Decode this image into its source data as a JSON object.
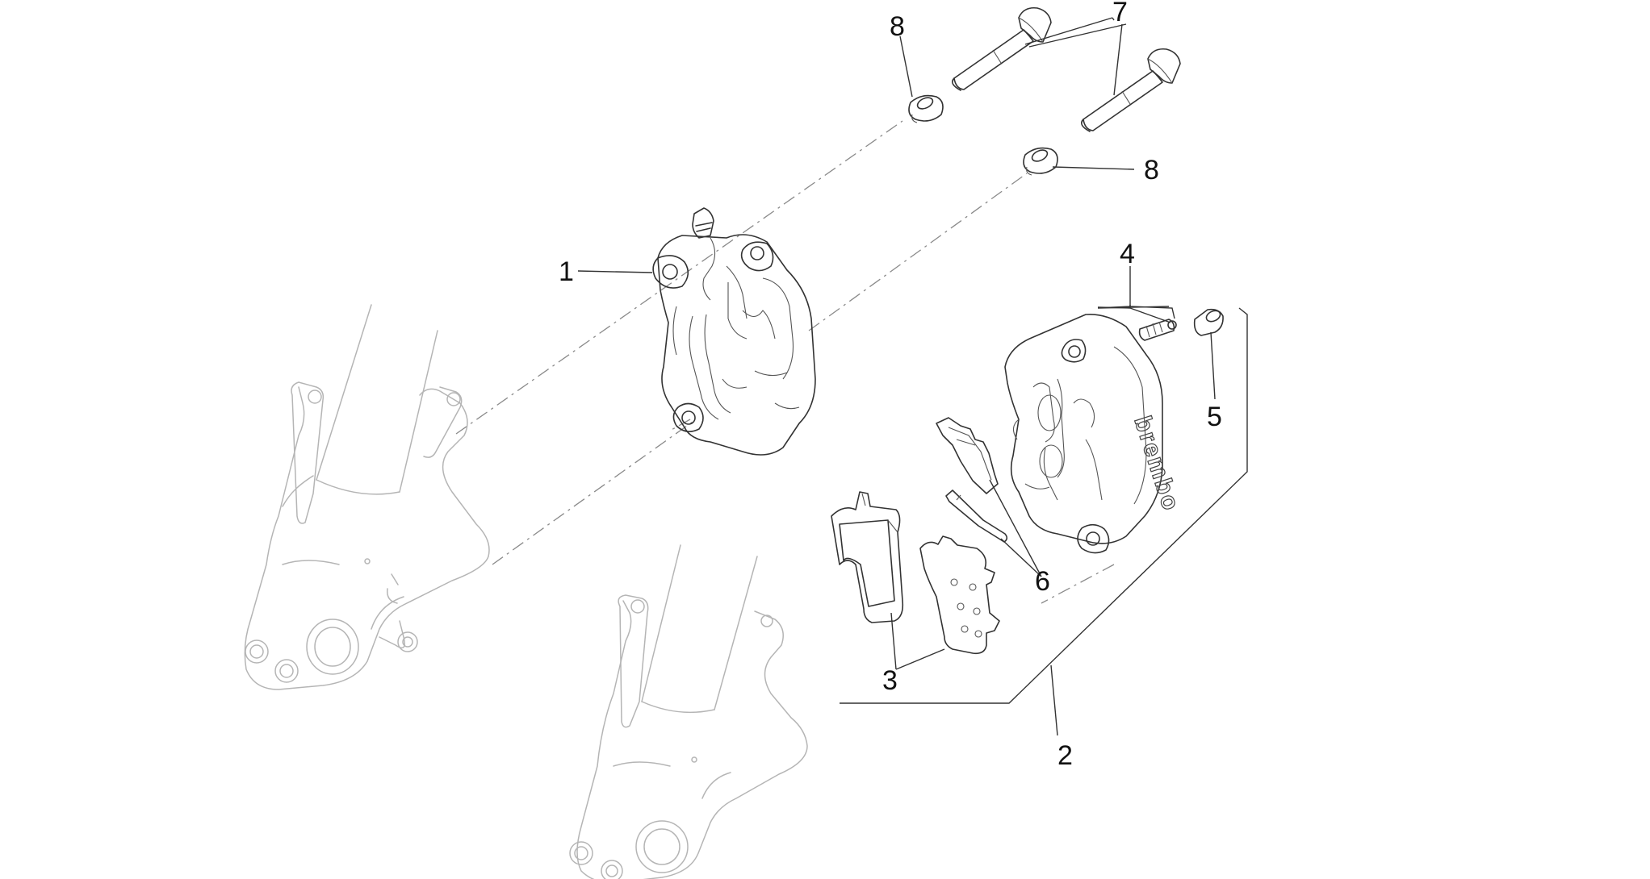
{
  "diagram": {
    "callouts": [
      {
        "id": "c1",
        "text": "1"
      },
      {
        "id": "c2",
        "text": "2"
      },
      {
        "id": "c3",
        "text": "3"
      },
      {
        "id": "c4",
        "text": "4"
      },
      {
        "id": "c5",
        "text": "5"
      },
      {
        "id": "c6",
        "text": "6"
      },
      {
        "id": "c7",
        "text": "7"
      },
      {
        "id": "c8a",
        "text": "8"
      },
      {
        "id": "c8b",
        "text": "8"
      }
    ],
    "caliper_brand_mark": "brembo"
  }
}
